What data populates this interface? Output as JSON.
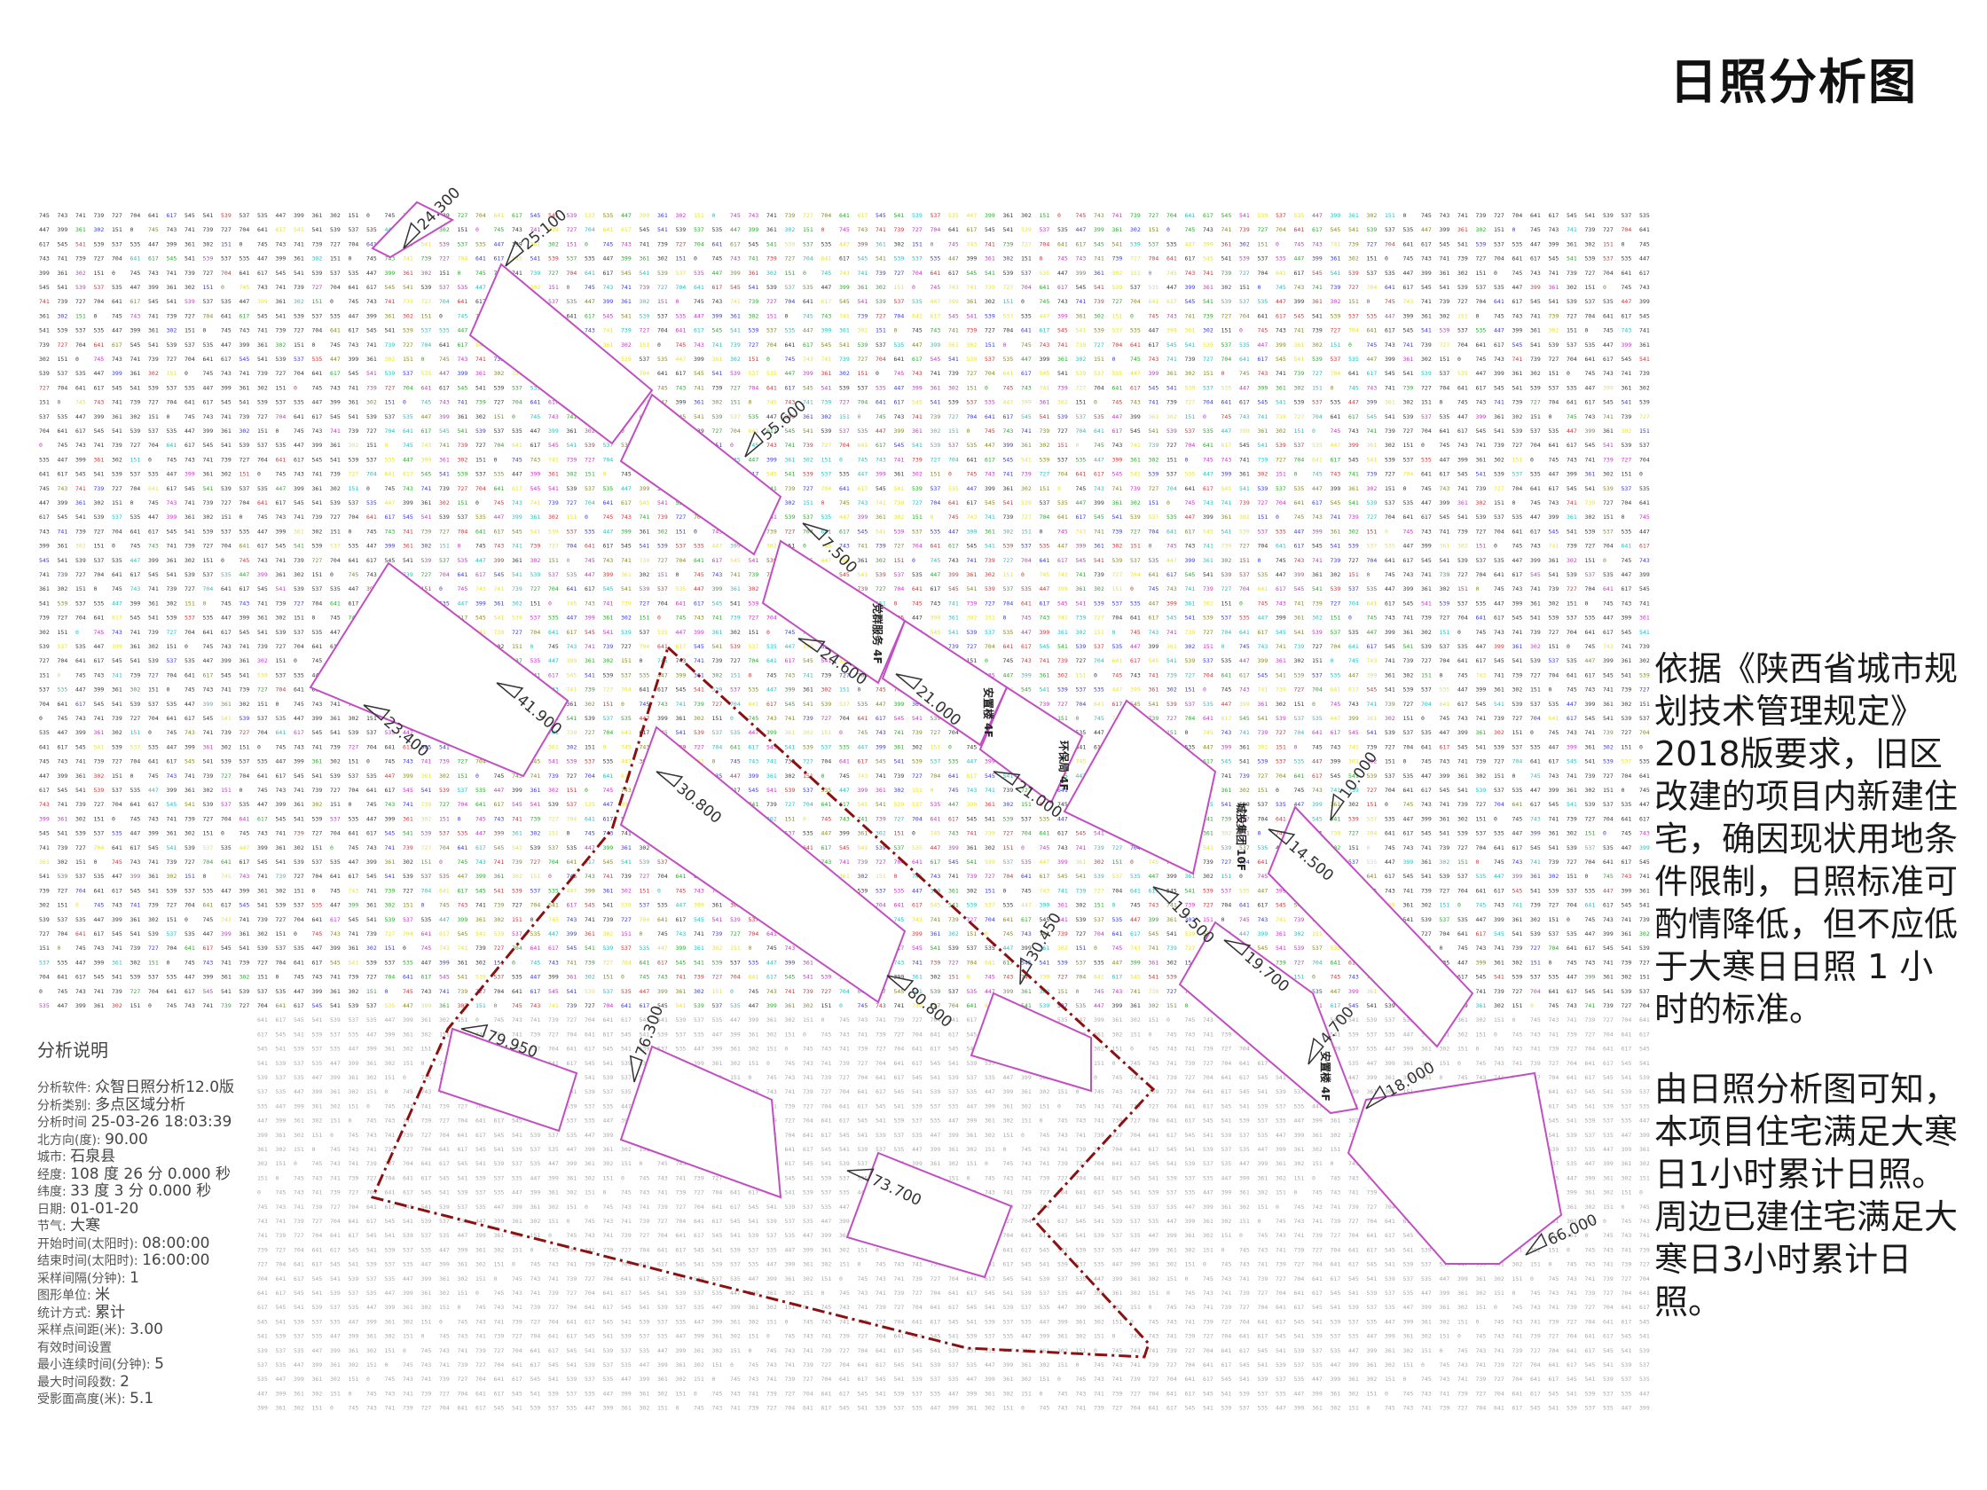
{
  "title": "日照分析图",
  "legend": {
    "title": "分析说明",
    "rows": [
      {
        "label": "分析软件:",
        "value": "众智日照分析12.0版"
      },
      {
        "label": "分析类别:",
        "value": "多点区域分析"
      },
      {
        "label": "分析时间",
        "value": "25-03-26 18:03:39"
      },
      {
        "label": "北方向(度):",
        "value": "90.00"
      },
      {
        "label": "城市:",
        "value": "石泉县"
      },
      {
        "label": "经度:",
        "value": "108 度 26 分 0.000 秒"
      },
      {
        "label": "纬度:",
        "value": "33 度 3 分 0.000 秒"
      },
      {
        "label": "日期:",
        "value": "01-01-20"
      },
      {
        "label": "节气:",
        "value": "大寒"
      },
      {
        "label": "开始时间(太阳时):",
        "value": "08:00:00"
      },
      {
        "label": "结束时间(太阳时):",
        "value": "16:00:00"
      },
      {
        "label": "采样间隔(分钟):",
        "value": "1"
      },
      {
        "label": "图形单位:",
        "value": "米"
      },
      {
        "label": "统计方式:",
        "value": "累计"
      },
      {
        "label": "采样点间距(米):",
        "value": "3.00"
      },
      {
        "label": "有效时间设置",
        "value": ""
      },
      {
        "label": "最小连续时间(分钟):",
        "value": "5"
      },
      {
        "label": "最大时间段数:",
        "value": "2"
      },
      {
        "label": "受影面高度(米):",
        "value": "5.1"
      }
    ]
  },
  "description": [
    "依据《陕西省城市规划技术管理规定》2018版要求，旧区改建的项目内新建住宅，确因现状用地条件限制，日照标准可酌情降低，但不应低于大寒日日照 1 小时的标准。",
    "由日照分析图可知，本项目住宅满足大寒日1小时累计日照。周边已建住宅满足大寒日3小时累计日照。"
  ],
  "elevations": [
    "24.300",
    "25.100",
    "55.600",
    "7.500",
    "41.900",
    "23.400",
    "24.600",
    "21.000",
    "21.000",
    "30.800",
    "80.800",
    "30.450",
    "79.950",
    "76.300",
    "73.700",
    "14.500",
    "10.000",
    "19.500",
    "19.700",
    "4.700",
    "18.000",
    "66.000"
  ],
  "building_labels": [
    "党群服务 4F",
    "安置楼 4F",
    "环保局 4F",
    "城投集团 10F",
    "安置楼 4F"
  ],
  "grid_values": [
    "745",
    "743",
    "741",
    "739",
    "727",
    "704",
    "641",
    "617",
    "545",
    "541",
    "539",
    "537",
    "535",
    "447",
    "399",
    "361",
    "302",
    "151",
    "0"
  ],
  "colors": {
    "building_outline": "#c24ec2",
    "boundary_line": "#8b1010",
    "grid_dark": "#3a3a3a",
    "grid_yellow": "#e8e33a",
    "grid_magenta": "#c23ac2",
    "grid_green": "#2fa82f",
    "grid_blue": "#3a3ad8",
    "grid_red": "#c83a3a",
    "grid_cyan": "#2abfbf",
    "grid_olive": "#8a8a2a"
  }
}
